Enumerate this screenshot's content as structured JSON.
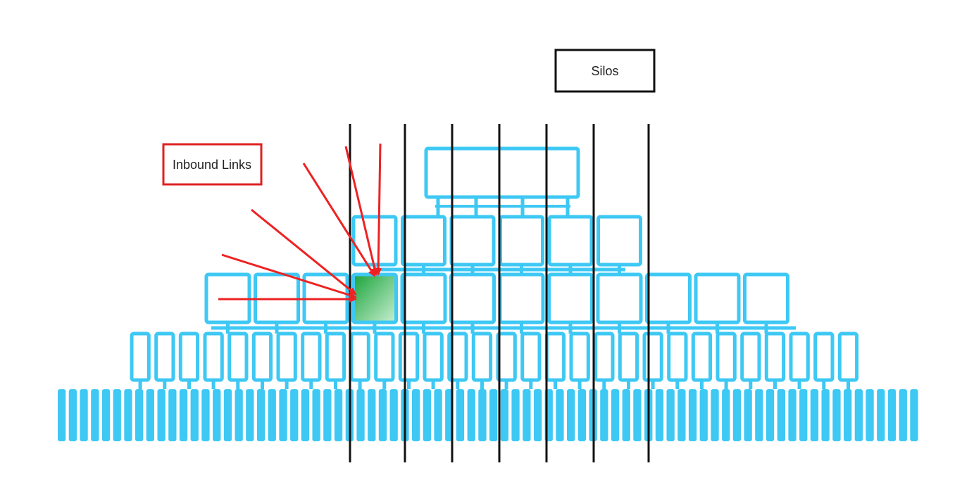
{
  "labels": {
    "silos": "Silos",
    "inbound_links": "Inbound Links"
  },
  "colors": {
    "node_stroke": "#3ec8f4",
    "node_fill": "#ffffff",
    "leaf_fill": "#3ec8f4",
    "silo_line": "#111111",
    "arrow": "#ee2222",
    "label_border_black": "#111111",
    "label_border_red": "#dd2222",
    "target_green_dark": "#1aa33a",
    "target_green_light": "#c8efd2"
  },
  "structure": {
    "level1_count": 1,
    "level2_count": 6,
    "level3_count": 12,
    "level4_count": 30,
    "level5_count": 78,
    "silo_count": 7,
    "inbound_arrow_count": 6,
    "highlighted_node": "level3-4"
  }
}
